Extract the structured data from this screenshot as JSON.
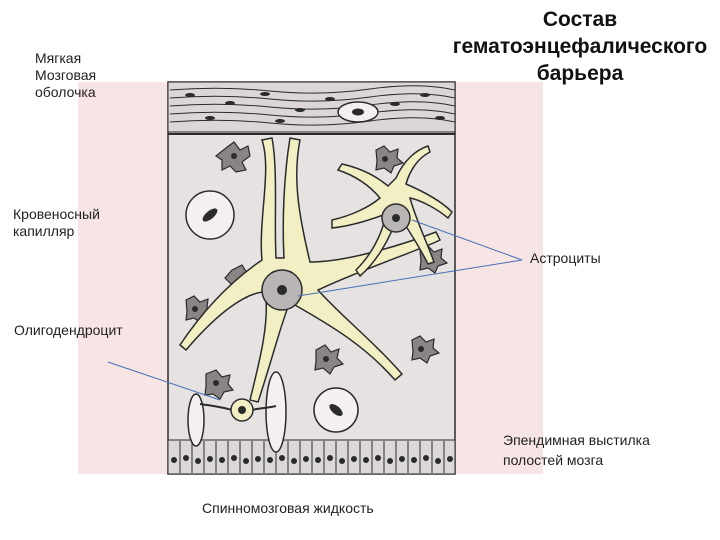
{
  "title": "Состав\nгематоэнцефалического\nбарьера",
  "labels": {
    "pia_mater": "Мягкая\nМозговая\nоболочка",
    "capillary": "Кровеносный\nкапилляр",
    "astrocytes": "Астроциты",
    "oligodendrocyte": "Олигодендроцит",
    "ependyma": "Эпендимная выстилка\nполостей мозга",
    "csf": "Спинномозговая жидкость"
  },
  "colors": {
    "panel_bg": "#f7e4e4",
    "tissue_bg": "#e6e2e2",
    "cell_fill": "#f2efc4",
    "outline": "#2b2b2b",
    "pointer_line": "#4a6fb5"
  }
}
